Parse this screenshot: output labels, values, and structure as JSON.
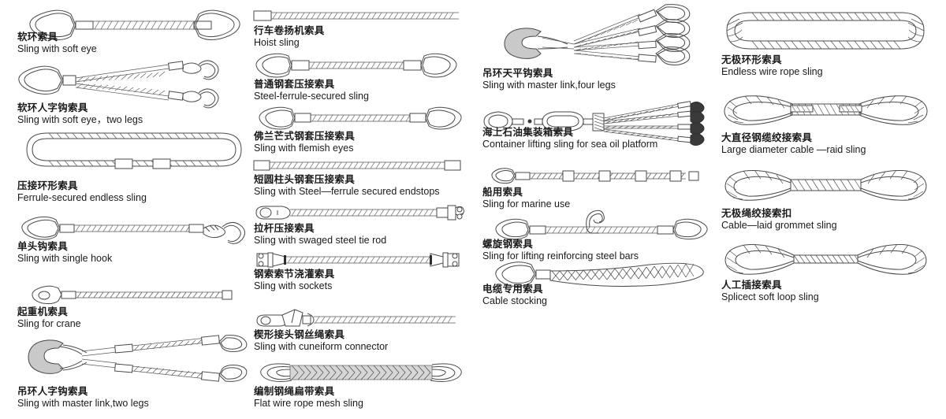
{
  "page": {
    "title": "Wire rope sling types chart",
    "background_color": "#ffffff",
    "text_color": "#1a1a1a",
    "line_color": "#4a4a4a",
    "accent_fill": "#c9c9c9",
    "columns": 4,
    "item_count": 20
  },
  "items": [
    {
      "id": "sling-with-soft-eye",
      "cn": "软环索具",
      "en": "Sling with soft eye",
      "figure": "soft-eye-both-ends"
    },
    {
      "id": "sling-with-soft-eye-two-legs",
      "cn": "软环人字钩索具",
      "en": "Sling with soft eye，two legs",
      "figure": "soft-eye-two-leg-hooks"
    },
    {
      "id": "ferrule-secured-endless-sling",
      "cn": "压接环形索具",
      "en": "Ferrule-secured endless sling",
      "figure": "endless-ferrule-loop"
    },
    {
      "id": "sling-with-single-hook",
      "cn": "单头钩索具",
      "en": "Sling with single hook",
      "figure": "single-hook"
    },
    {
      "id": "sling-for-crane",
      "cn": "起重机索具",
      "en": "Sling for crane",
      "figure": "crane-eye-plate"
    },
    {
      "id": "sling-with-master-link-two-legs",
      "cn": "吊环人字钩索具",
      "en": "Sling with master link,two legs",
      "figure": "master-link-two-legs"
    },
    {
      "id": "hoist-sling",
      "cn": "行车卷扬机索具",
      "en": "Hoist sling",
      "figure": "hoist-plain-rope"
    },
    {
      "id": "steel-ferrule-secured-sling",
      "cn": "普通钢套压接索具",
      "en": "Steel-ferrule-secured sling",
      "figure": "two-eye-ferrule"
    },
    {
      "id": "sling-with-flemish-eyes",
      "cn": "佛兰芒式钢套压接索具",
      "en": "Sling with flemish eyes",
      "figure": "flemish-eyes"
    },
    {
      "id": "sling-with-steel-ferrule-secured-endstops",
      "cn": "短圆柱头钢套压接索具",
      "en": "Sling with Steel—ferrule secured endstops",
      "figure": "endstops-rope"
    },
    {
      "id": "sling-with-swaged-steel-tie-rod",
      "cn": "拉杆压接索具",
      "en": "Sling with swaged steel tie rod",
      "figure": "swaged-tie-rod"
    },
    {
      "id": "sling-with-sockets",
      "cn": "钢索索节浇灌索具",
      "en": "Sling with sockets",
      "figure": "sockets-both-ends"
    },
    {
      "id": "sling-with-cuneiform-connector",
      "cn": "楔形接头钢丝绳索具",
      "en": "Sling with cuneiform connector",
      "figure": "cuneiform-connector"
    },
    {
      "id": "flat-wire-rope-mesh-sling",
      "cn": "编制钢绳扁带索具",
      "en": "Flat wire rope mesh sling",
      "figure": "flat-mesh-band"
    },
    {
      "id": "sling-with-master-link-four-legs",
      "cn": "吊环天平钩索具",
      "en": "Sling with master link,four legs",
      "figure": "master-link-four-legs"
    },
    {
      "id": "container-lifting-sling-sea-oil-platform",
      "cn": "海上石油集装箱索具",
      "en": "Container lifting sling for sea oil platform",
      "figure": "container-lifting-four-legs"
    },
    {
      "id": "sling-for-marine-use",
      "cn": "船用索具",
      "en": "Sling for marine use",
      "figure": "marine-multi-ferrule"
    },
    {
      "id": "sling-for-lifting-reinforcing-steel-bars",
      "cn": "螺旋钢索具",
      "en": "Sling for lifting reinforcing steel bars",
      "figure": "rebar-center-hook"
    },
    {
      "id": "cable-stocking",
      "cn": "电缆专用索具",
      "en": "Cable stocking",
      "figure": "cable-stocking-mesh"
    },
    {
      "id": "endless-wire-rope-sling",
      "cn": "无极环形索具",
      "en": "Endless wire rope sling",
      "figure": "endless-grommet-oval"
    },
    {
      "id": "large-diameter-cable-laid-sling",
      "cn": "大直径钢缆绞接索具",
      "en": "Large diameter cable —raid sling",
      "figure": "large-cable-laid"
    },
    {
      "id": "cable-laid-grommet-sling",
      "cn": "无极绳绞接索扣",
      "en": "Cable—laid grommet sling",
      "figure": "grommet-spliced"
    },
    {
      "id": "splicect-soft-loop-sling",
      "cn": "人工插接索具",
      "en": "Splicect soft loop sling",
      "figure": "hand-spliced-loop"
    }
  ]
}
